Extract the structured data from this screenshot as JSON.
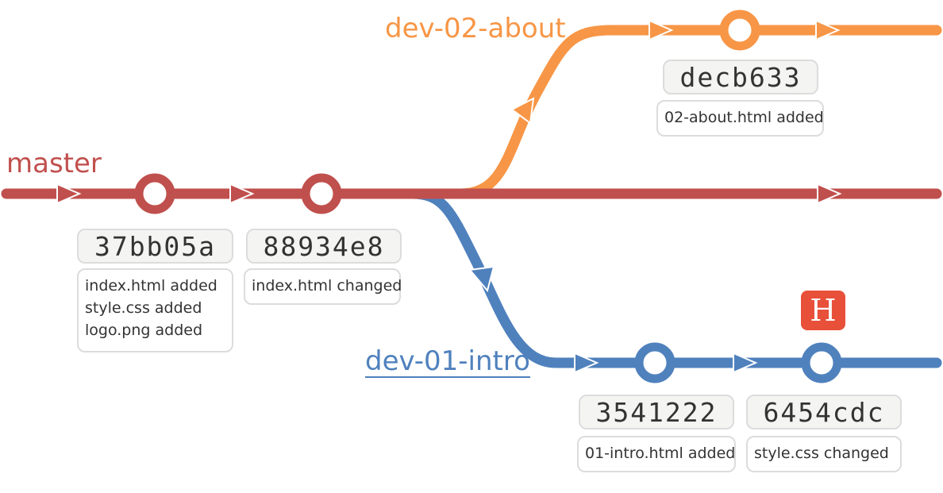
{
  "branches": {
    "master": {
      "label": "master",
      "color": "#c0504d"
    },
    "dev02": {
      "label": "dev-02-about",
      "color": "#f79646"
    },
    "dev01": {
      "label": "dev-01-intro",
      "color": "#4f81bd"
    }
  },
  "commits": [
    {
      "hash": "37bb05a",
      "messages": [
        "index.html added",
        "style.css added",
        "logo.png added"
      ]
    },
    {
      "hash": "88934e8",
      "messages": [
        "index.html changed"
      ]
    },
    {
      "hash": "decb633",
      "messages": [
        "02-about.html added"
      ]
    },
    {
      "hash": "3541222",
      "messages": [
        "01-intro.html added"
      ]
    },
    {
      "hash": "6454cdc",
      "messages": [
        "style.css changed"
      ]
    }
  ],
  "head": {
    "label": "H",
    "color": "#e8503a"
  }
}
